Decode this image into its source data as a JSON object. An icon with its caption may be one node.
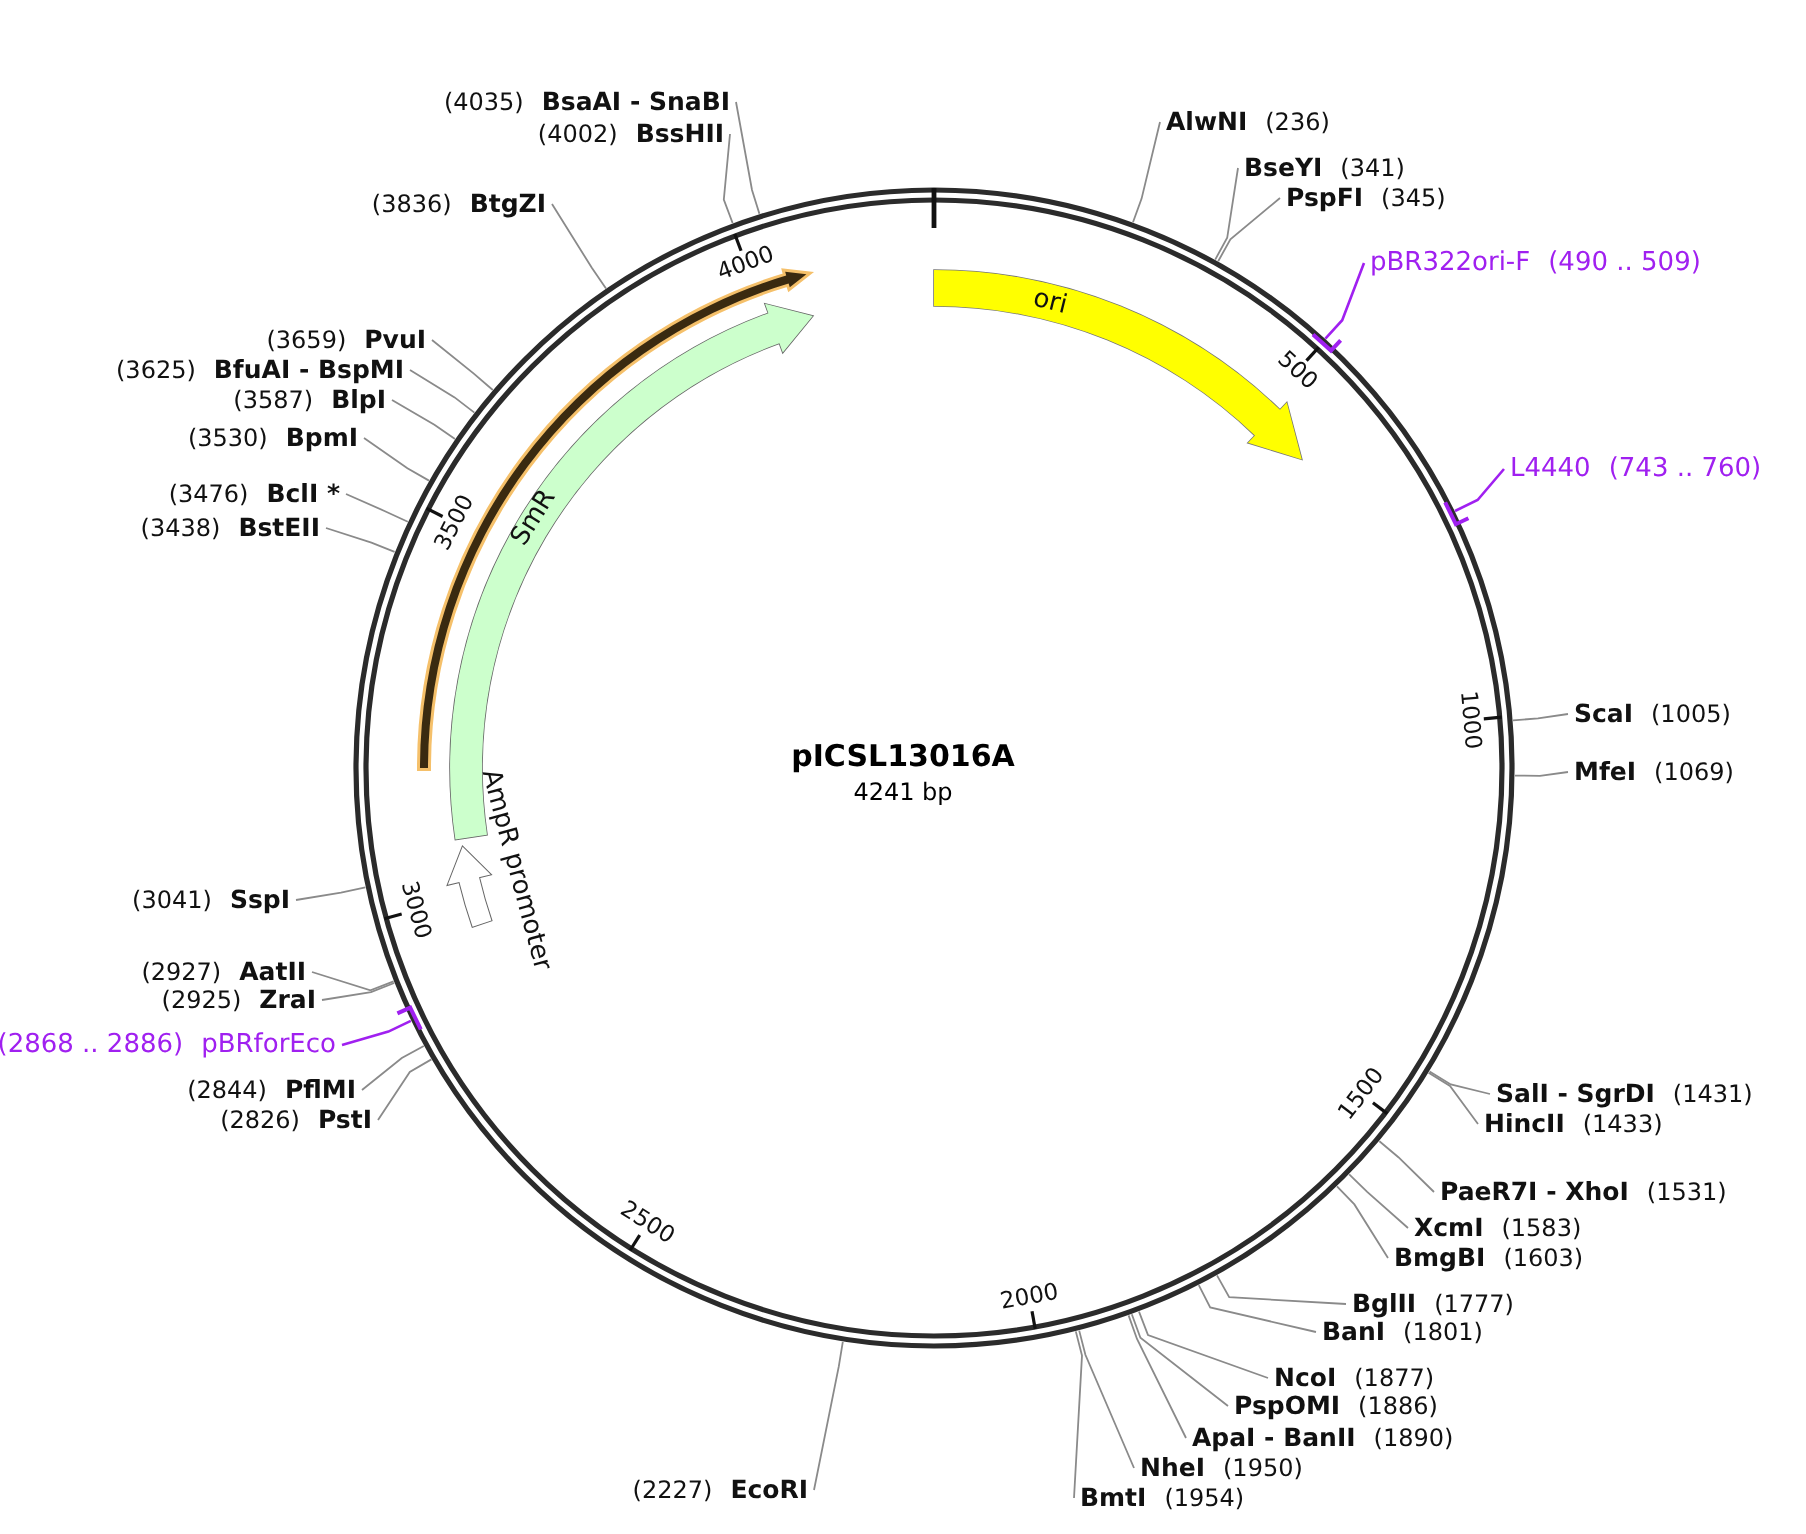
{
  "diagram": {
    "nodes": [
      {
        "text": [
          "pICSL13016A",
          "4241 bp"
        ]
      },
      {
        "text": [],
        "shape": "arrow",
        "in": 0
      },
      {
        "text": [
          "SmR"
        ],
        "in": 0
      },
      {
        "text": [
          "ori"
        ],
        "in": 0
      },
      {
        "text": [
          "AmpR promoter"
        ],
        "in": 0
      },
      {
        "text": [
          "(4035)",
          "BsaAI - SnaBI"
        ]
      },
      {
        "text": [
          "(4002)",
          "BssHII"
        ]
      },
      {
        "text": [
          "AlwNI",
          "(236)"
        ]
      },
      {
        "text": [
          "BseYI",
          "(341)"
        ]
      },
      {
        "text": [
          "PspFI",
          "(345)"
        ]
      },
      {
        "text": [
          "pBR322ori-F",
          "(490 .. 509)"
        ]
      },
      {
        "text": [
          "L4440",
          "(743 .. 760)"
        ]
      },
      {
        "text": [
          "ScaI",
          "(1005)"
        ]
      },
      {
        "text": [
          "MfeI",
          "(1069)"
        ]
      },
      {
        "text": [
          "SalI - SgrDI",
          "(1431)"
        ]
      },
      {
        "text": [
          "HincII",
          "(1433)"
        ]
      },
      {
        "text": [
          "PaeR7I - XhoI",
          "(1531)"
        ]
      },
      {
        "text": [
          "XcmI",
          "(1583)"
        ]
      },
      {
        "text": [
          "BmgBI",
          "(1603)"
        ]
      },
      {
        "text": [
          "BglII",
          "(1777)"
        ]
      },
      {
        "text": [
          "BanI",
          "(1801)"
        ]
      },
      {
        "text": [
          "NcoI",
          "(1877)"
        ]
      },
      {
        "text": [
          "PspOMI",
          "(1886)"
        ]
      },
      {
        "text": [
          "ApaI - BanII",
          "(1890)"
        ]
      },
      {
        "text": [
          "NheI",
          "(1950)"
        ]
      },
      {
        "text": [
          "BmtI",
          "(1954)"
        ]
      },
      {
        "text": [
          "(2227)",
          "EcoRI"
        ]
      },
      {
        "text": [
          "(2826)",
          "PstI"
        ]
      },
      {
        "text": [
          "(2844)",
          "PflMI"
        ]
      },
      {
        "text": [
          "(2868 .. 2886)",
          "pBRforEco"
        ]
      },
      {
        "text": [
          "(2925)",
          "ZraI"
        ]
      },
      {
        "text": [
          "(2927)",
          "AatII"
        ]
      },
      {
        "text": [
          "(3041)",
          "SspI"
        ]
      },
      {
        "text": [
          "(3438)",
          "BstEII"
        ]
      },
      {
        "text": [
          "(3476)",
          "BclI *"
        ]
      },
      {
        "text": [
          "(3530)",
          "BpmI"
        ]
      },
      {
        "text": [
          "(3587)",
          "BlpI"
        ]
      },
      {
        "text": [
          "(3625)",
          "BfuAI - BspMI"
        ]
      },
      {
        "text": [
          "(3659)",
          "PvuI"
        ]
      },
      {
        "text": [
          "(3836)",
          "BtgZI"
        ]
      }
    ],
    "edges": [
      {
        "from": 5,
        "to": 0,
        "arrow": "none"
      },
      {
        "from": 6,
        "to": 0,
        "arrow": "none"
      },
      {
        "from": 7,
        "to": 0,
        "arrow": "none"
      },
      {
        "from": 8,
        "to": 0,
        "arrow": "none"
      },
      {
        "from": 9,
        "to": 0,
        "arrow": "none"
      },
      {
        "from": 10,
        "to": 0,
        "arrow": "none",
        "color": "#a020f0"
      },
      {
        "from": 11,
        "to": 0,
        "arrow": "none",
        "color": "#a020f0"
      },
      {
        "from": 12,
        "to": 0,
        "arrow": "none"
      },
      {
        "from": 13,
        "to": 0,
        "arrow": "none"
      },
      {
        "from": 14,
        "to": 0,
        "arrow": "none"
      },
      {
        "from": 15,
        "to": 0,
        "arrow": "none"
      },
      {
        "from": 16,
        "to": 0,
        "arrow": "none"
      },
      {
        "from": 17,
        "to": 0,
        "arrow": "none"
      },
      {
        "from": 18,
        "to": 0,
        "arrow": "none"
      },
      {
        "from": 19,
        "to": 0,
        "arrow": "none"
      },
      {
        "from": 20,
        "to": 0,
        "arrow": "none"
      },
      {
        "from": 21,
        "to": 0,
        "arrow": "none"
      },
      {
        "from": 22,
        "to": 0,
        "arrow": "none"
      },
      {
        "from": 23,
        "to": 0,
        "arrow": "none"
      },
      {
        "from": 24,
        "to": 0,
        "arrow": "none"
      },
      {
        "from": 25,
        "to": 0,
        "arrow": "none"
      },
      {
        "from": 26,
        "to": 0,
        "arrow": "none"
      },
      {
        "from": 27,
        "to": 0,
        "arrow": "none"
      },
      {
        "from": 28,
        "to": 0,
        "arrow": "none"
      },
      {
        "from": 29,
        "to": 0,
        "arrow": "none",
        "color": "#a020f0"
      },
      {
        "from": 30,
        "to": 0,
        "arrow": "none"
      },
      {
        "from": 31,
        "to": 0,
        "arrow": "none"
      },
      {
        "from": 32,
        "to": 0,
        "arrow": "none"
      },
      {
        "from": 33,
        "to": 0,
        "arrow": "none"
      },
      {
        "from": 34,
        "to": 0,
        "arrow": "none"
      },
      {
        "from": 35,
        "to": 0,
        "arrow": "none"
      },
      {
        "from": 36,
        "to": 0,
        "arrow": "none"
      },
      {
        "from": 37,
        "to": 0,
        "arrow": "none"
      },
      {
        "from": 38,
        "to": 0,
        "arrow": "none"
      },
      {
        "from": 39,
        "to": 0,
        "arrow": "none"
      }
    ],
    "labels": [
      "500",
      "1000",
      "1500",
      "2000",
      "2500",
      "3000",
      "3500",
      "4000"
    ]
  }
}
